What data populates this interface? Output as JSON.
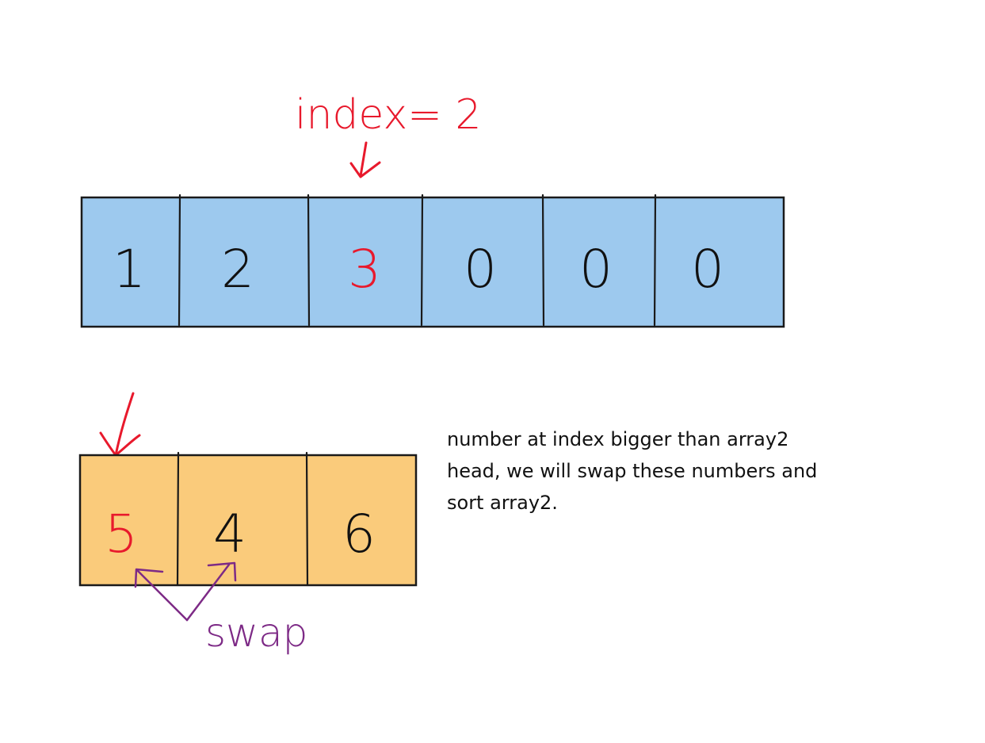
{
  "colors": {
    "array1_fill": "#9dc9ee",
    "array2_fill": "#facb7b",
    "border": "#1a1a1a",
    "text": "#111111",
    "highlight_red": "#e8192c",
    "swap_purple": "#7d2a86"
  },
  "pointer_label": "index= 2",
  "array1": {
    "cells": [
      "1",
      "2",
      "3",
      "0",
      "0",
      "0"
    ],
    "highlighted_index": 2
  },
  "array2": {
    "cells": [
      "5",
      "4",
      "6"
    ],
    "highlighted_index": 0
  },
  "note_lines": [
    "number at index bigger than array2",
    "head, we will swap these numbers and",
    "sort array2."
  ],
  "swap_label": "swap"
}
